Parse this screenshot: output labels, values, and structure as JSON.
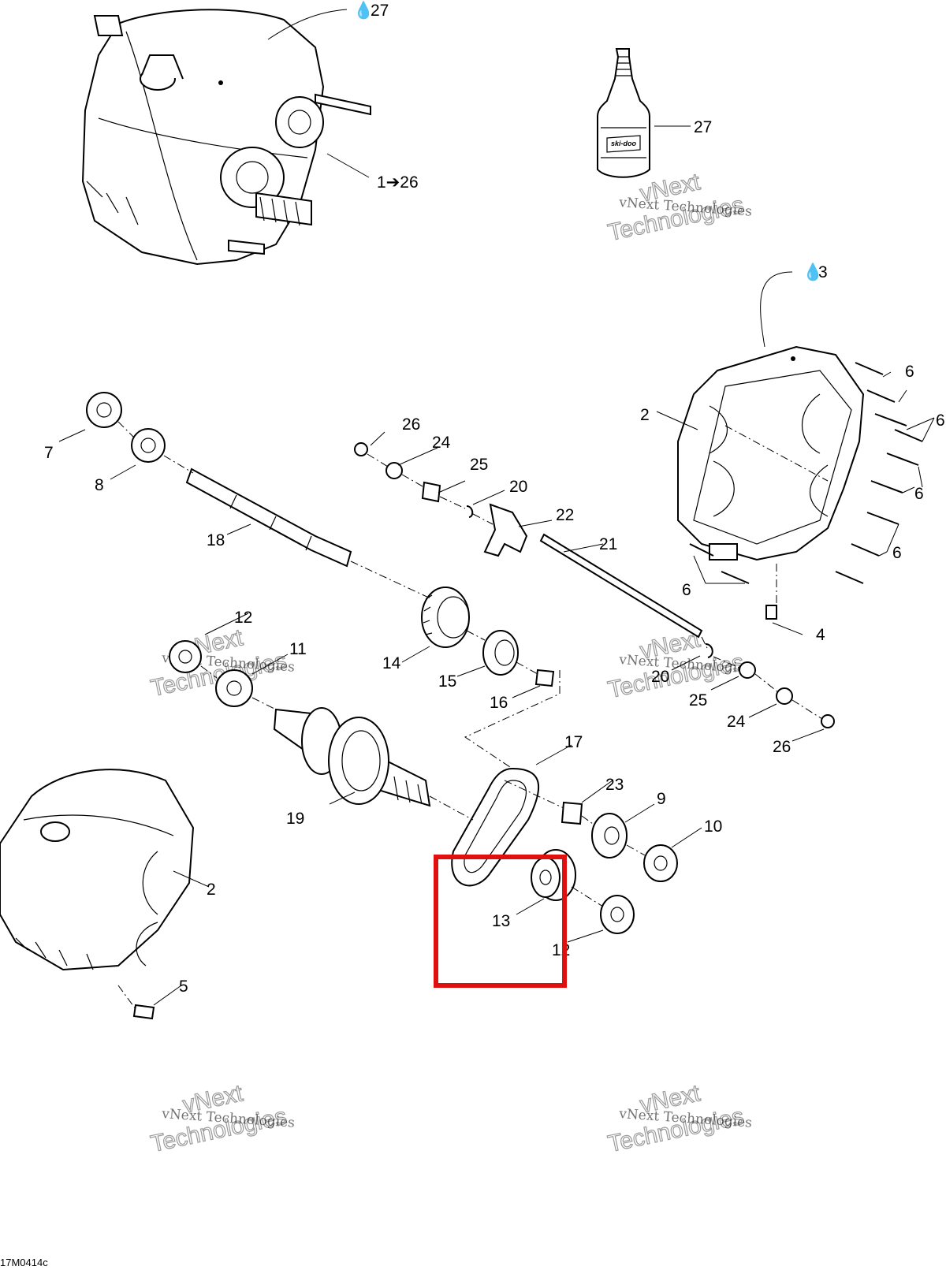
{
  "labels": {
    "oil_27": "27",
    "oil_3": "3",
    "l_1_26": "1➔26",
    "l_27": "27",
    "l_2a": "2",
    "l_2b": "2",
    "l_6a": "6",
    "l_6b": "6",
    "l_6c": "6",
    "l_6d": "6",
    "l_6e": "6",
    "l_4": "4",
    "l_5": "5",
    "l_7": "7",
    "l_8": "8",
    "l_9": "9",
    "l_10": "10",
    "l_11": "11",
    "l_12a": "12",
    "l_12b": "12",
    "l_13": "13",
    "l_14": "14",
    "l_15": "15",
    "l_16": "16",
    "l_17": "17",
    "l_18": "18",
    "l_19": "19",
    "l_20a": "20",
    "l_20b": "20",
    "l_21": "21",
    "l_22": "22",
    "l_23": "23",
    "l_24a": "24",
    "l_24b": "24",
    "l_25a": "25",
    "l_25b": "25",
    "l_26a": "26",
    "l_26b": "26"
  },
  "watermark": {
    "line1": "vNext Technologies",
    "line2": "Technologies",
    "line3": "vNext"
  },
  "drawing_code": "17M0414c",
  "bottle_label": "ski-doo",
  "highlight_color": "#e01010"
}
